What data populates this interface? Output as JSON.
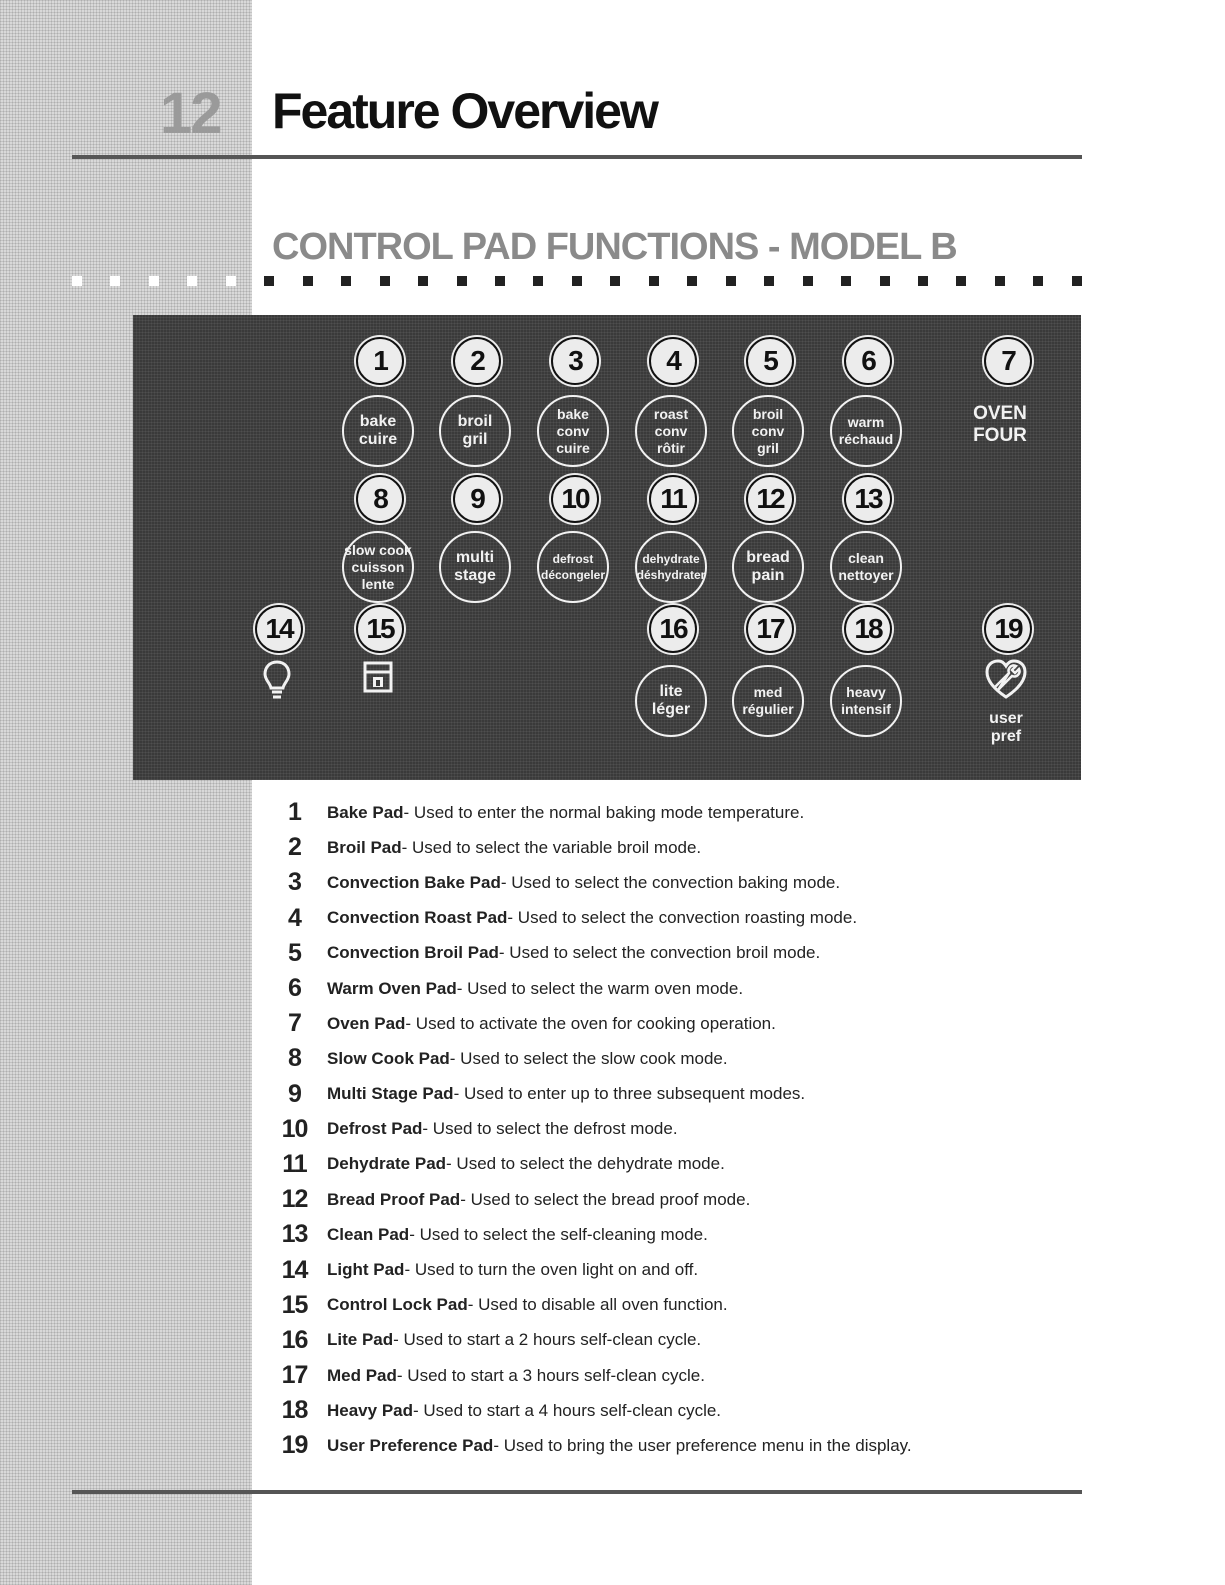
{
  "header": {
    "page_number": "12",
    "title": "Feature Overview"
  },
  "section": {
    "title": "CONTROL PAD FUNCTIONS - MODEL B"
  },
  "panel": {
    "pads": [
      {
        "num": "1",
        "lines": [
          "bake",
          "cuire"
        ]
      },
      {
        "num": "2",
        "lines": [
          "broil",
          "gril"
        ]
      },
      {
        "num": "3",
        "lines": [
          "bake",
          "conv",
          "cuire"
        ]
      },
      {
        "num": "4",
        "lines": [
          "roast",
          "conv",
          "rôtir"
        ]
      },
      {
        "num": "5",
        "lines": [
          "broil",
          "conv",
          "gril"
        ]
      },
      {
        "num": "6",
        "lines": [
          "warm",
          "réchaud"
        ]
      },
      {
        "num": "7",
        "lines": [
          "OVEN",
          "FOUR"
        ]
      },
      {
        "num": "8",
        "lines": [
          "slow cook",
          "cuisson",
          "lente"
        ]
      },
      {
        "num": "9",
        "lines": [
          "multi",
          "stage"
        ]
      },
      {
        "num": "10",
        "lines": [
          "defrost",
          "décongeler"
        ]
      },
      {
        "num": "11",
        "lines": [
          "dehydrate",
          "déshydrater"
        ]
      },
      {
        "num": "12",
        "lines": [
          "bread",
          "pain"
        ]
      },
      {
        "num": "13",
        "lines": [
          "clean",
          "nettoyer"
        ]
      },
      {
        "num": "14",
        "icon": "light-bulb-icon"
      },
      {
        "num": "15",
        "icon": "lock-icon"
      },
      {
        "num": "16",
        "lines": [
          "lite",
          "léger"
        ]
      },
      {
        "num": "17",
        "lines": [
          "med",
          "régulier"
        ]
      },
      {
        "num": "18",
        "lines": [
          "heavy",
          "intensif"
        ]
      },
      {
        "num": "19",
        "icon": "wrench-icon",
        "lines": [
          "user",
          "pref"
        ]
      }
    ]
  },
  "functions": [
    {
      "num": "1",
      "name": "Bake Pad",
      "desc": "- Used to enter the normal baking mode temperature."
    },
    {
      "num": "2",
      "name": "Broil Pad",
      "desc": "- Used to select the variable broil mode."
    },
    {
      "num": "3",
      "name": "Convection Bake Pad",
      "desc": "- Used to select the convection baking mode."
    },
    {
      "num": "4",
      "name": "Convection Roast Pad",
      "desc": "- Used to select the convection roasting mode."
    },
    {
      "num": "5",
      "name": "Convection Broil Pad",
      "desc": "- Used to select the convection broil mode."
    },
    {
      "num": "6",
      "name": "Warm Oven Pad",
      "desc": "- Used to select the warm oven mode."
    },
    {
      "num": "7",
      "name": "Oven Pad",
      "desc": "- Used to activate the oven for cooking operation."
    },
    {
      "num": "8",
      "name": "Slow Cook Pad",
      "desc": "- Used to select the slow cook mode."
    },
    {
      "num": "9",
      "name": "Multi Stage Pad",
      "desc": "- Used to enter up to three subsequent modes."
    },
    {
      "num": "10",
      "name": "Defrost Pad",
      "desc": "- Used to select the defrost mode."
    },
    {
      "num": "11",
      "name": "Dehydrate Pad",
      "desc": "- Used to select the dehydrate mode."
    },
    {
      "num": "12",
      "name": "Bread Proof Pad",
      "desc": "- Used to select the bread proof mode."
    },
    {
      "num": "13",
      "name": "Clean Pad",
      "desc": "- Used to select the self-cleaning mode."
    },
    {
      "num": "14",
      "name": "Light Pad",
      "desc": "- Used to turn the oven light on and off."
    },
    {
      "num": "15",
      "name": "Control Lock Pad",
      "desc": "- Used to disable all oven function."
    },
    {
      "num": "16",
      "name": "Lite Pad",
      "desc": "- Used to start a 2 hours self-clean cycle."
    },
    {
      "num": "17",
      "name": "Med Pad",
      "desc": "- Used to start a 3 hours self-clean cycle."
    },
    {
      "num": "18",
      "name": "Heavy Pad",
      "desc": "- Used to start a 4 hours self-clean cycle."
    },
    {
      "num": "19",
      "name": "User Preference Pad",
      "desc": "- Used to bring the user preference menu in the display."
    }
  ]
}
